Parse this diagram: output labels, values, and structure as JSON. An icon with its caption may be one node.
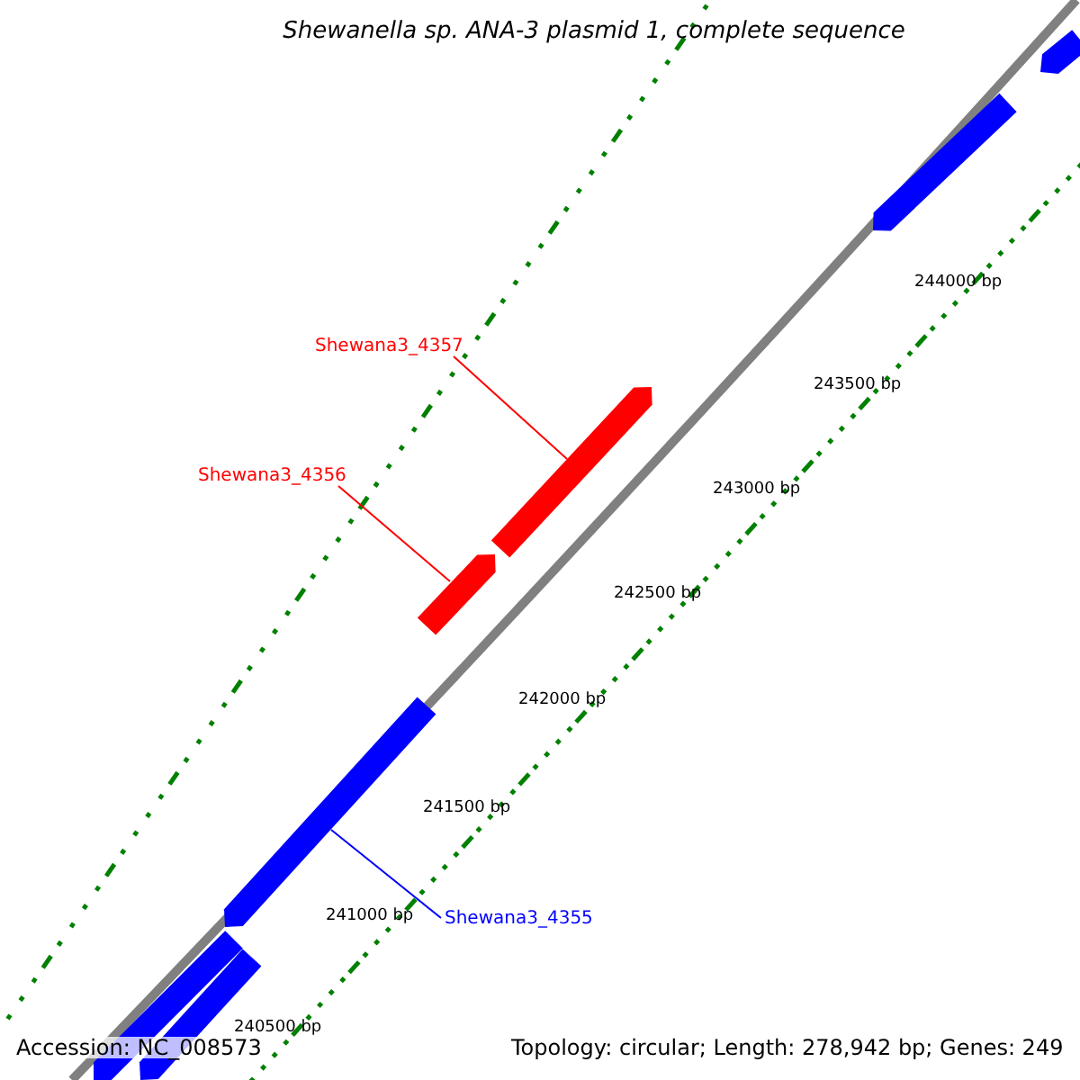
{
  "diagram": {
    "title": "Shewanella sp. ANA-3 plasmid 1, complete sequence",
    "nodes": [
      {
        "text": [
          "Shewana3_4357"
        ]
      },
      {
        "text": [],
        "shape": "bar"
      },
      {
        "text": [
          "Shewana3_4356"
        ]
      },
      {
        "text": [],
        "shape": "bar"
      },
      {
        "text": [
          "Shewana3_4355"
        ]
      },
      {
        "text": [],
        "shape": "bar"
      },
      {
        "text": [],
        "shape": "bar"
      },
      {
        "text": [],
        "shape": "bar"
      },
      {
        "text": [],
        "shape": "bar"
      },
      {
        "text": [],
        "shape": "bar"
      }
    ],
    "edges": [
      {
        "from": 0,
        "to": 1,
        "arrow": "none",
        "color": "#ff0000"
      },
      {
        "from": 2,
        "to": 3,
        "arrow": "none",
        "color": "#ff0000"
      },
      {
        "from": 4,
        "to": 5,
        "arrow": "none",
        "color": "#0000ff"
      }
    ],
    "labels": [
      "244000 bp",
      "243500 bp",
      "243000 bp",
      "242500 bp",
      "242000 bp",
      "241500 bp",
      "241000 bp",
      "240500 bp",
      "Accession: NC_008573",
      "Topology: circular; Length: 278,942 bp; Genes: 249"
    ]
  }
}
